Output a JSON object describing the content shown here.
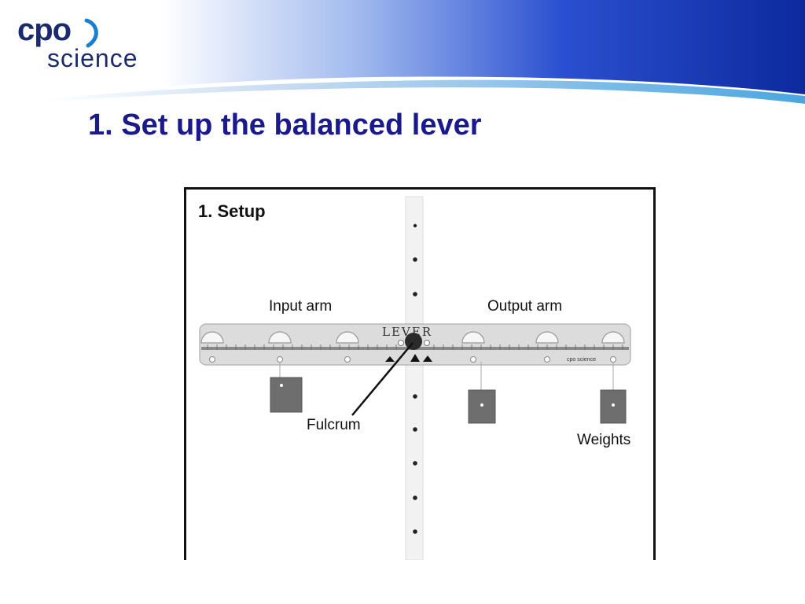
{
  "logo": {
    "line1": "cpo",
    "line2": "science"
  },
  "slide_title": "1.  Set up the balanced lever",
  "figure": {
    "heading": "1. Setup",
    "labels": {
      "input_arm": "Input arm",
      "output_arm": "Output arm",
      "fulcrum": "Fulcrum",
      "weights": "Weights"
    },
    "lever_stamp": "LEVER",
    "lever_brand": "cpo science"
  },
  "colors": {
    "title": "#1a1a8c",
    "logo": "#1b2a6b",
    "banner_dark": "#0d2a9e",
    "banner_light": "#5fb3e6",
    "weight": "#6e6e6e"
  }
}
